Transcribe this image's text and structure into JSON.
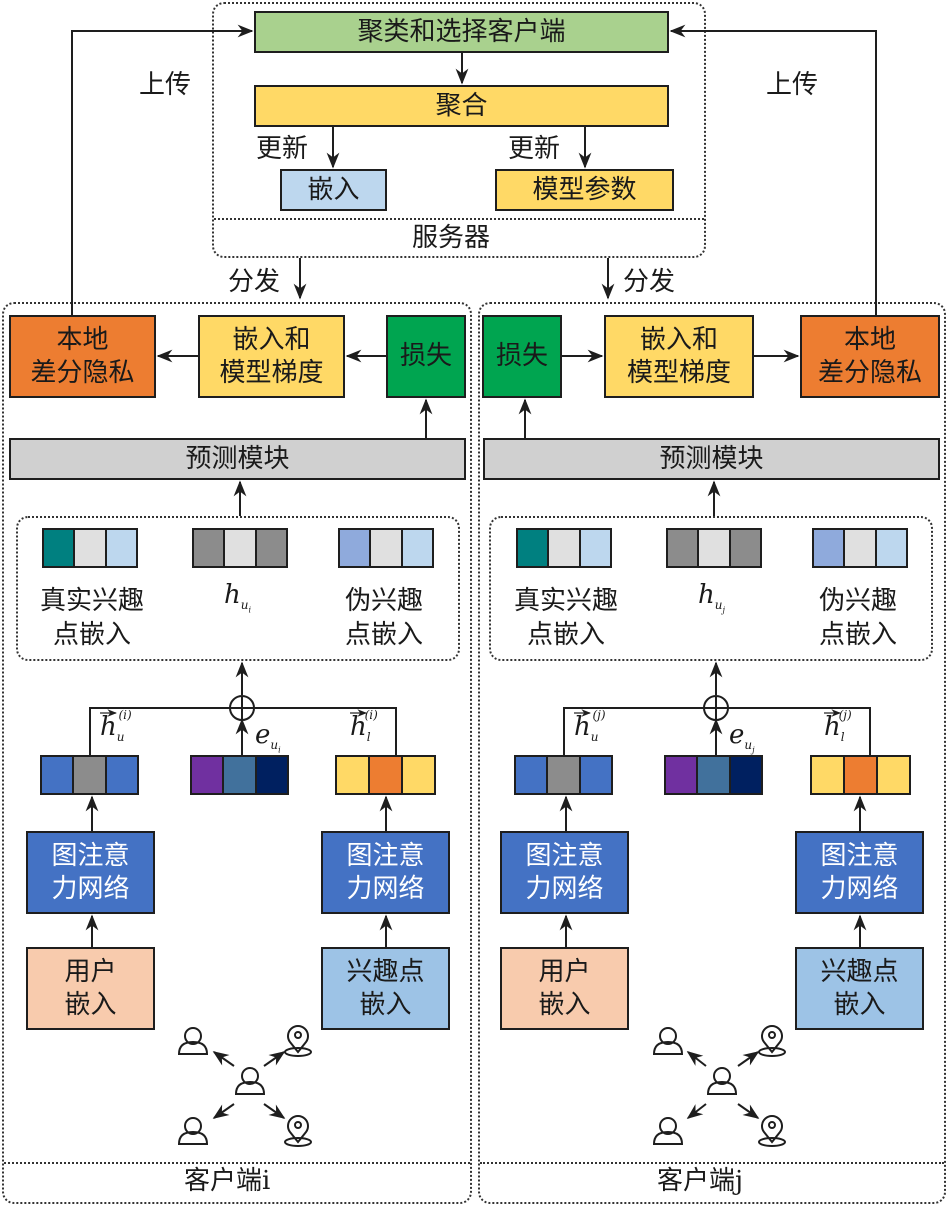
{
  "server": {
    "title": "服务器",
    "cluster_box": "聚类和选择客户端",
    "aggregate_box": "聚合",
    "update_label_left": "更新",
    "update_label_right": "更新",
    "embedding_box": "嵌入",
    "model_params_box": "模型参数"
  },
  "edges": {
    "upload_left": "上传",
    "upload_right": "上传",
    "distribute_left": "分发",
    "distribute_right": "分发"
  },
  "clients": [
    {
      "id": "i",
      "footer": "客户端i",
      "ldp_box": "本地\n差分隐私",
      "gradient_box": "嵌入和\n模型梯度",
      "loss_box": "损失",
      "predict_box": "预测模块",
      "real_poi_label": "真实兴趣\n点嵌入",
      "fake_poi_label": "伪兴趣\n点嵌入",
      "h_user_symbol": "h",
      "h_user_sub": "u",
      "h_user_subsub": "i",
      "hu_vec_sup": "(i)",
      "hl_vec_sup": "(i)",
      "e_symbol": "e",
      "e_sub": "u",
      "e_subsub": "i",
      "gat_left": "图注意\n力网络",
      "gat_right": "图注意\n力网络",
      "user_emb_box": "用户\n嵌入",
      "poi_emb_box": "兴趣点\n嵌入"
    },
    {
      "id": "j",
      "footer": "客户端j",
      "ldp_box": "本地\n差分隐私",
      "gradient_box": "嵌入和\n模型梯度",
      "loss_box": "损失",
      "predict_box": "预测模块",
      "real_poi_label": "真实兴趣\n点嵌入",
      "fake_poi_label": "伪兴趣\n点嵌入",
      "h_user_symbol": "h",
      "h_user_sub": "u",
      "h_user_subsub": "j",
      "hu_vec_sup": "(j)",
      "hl_vec_sup": "(j)",
      "e_symbol": "e",
      "e_sub": "u",
      "e_subsub": "j",
      "gat_left": "图注意\n力网络",
      "gat_right": "图注意\n力网络",
      "user_emb_box": "用户\n嵌入",
      "poi_emb_box": "兴趣点\n嵌入"
    }
  ],
  "math_labels": {
    "h_vec": "h",
    "u_sub": "u",
    "l_sub": "l"
  },
  "colors": {
    "cluster_green": "#a9d18e",
    "aggregate_yellow": "#ffd966",
    "embedding_blue": "#bdd7ee",
    "ldp_orange": "#ed7d31",
    "loss_green": "#00a550",
    "predict_gray": "#d0d0d0",
    "gat_blue": "#4472c4",
    "user_emb_peach": "#f8cbad",
    "poi_emb_blue": "#9dc3e6",
    "teal": "#008080",
    "light_gray": "#e0e0e0",
    "light_blue": "#bdd7ee",
    "mid_gray": "#8c8c8c",
    "periwinkle": "#8faadc",
    "purple": "#7030a0",
    "steel_blue": "#41719c",
    "navy": "#002060",
    "orange": "#ed7d31",
    "yellow": "#ffd966"
  },
  "vectors": {
    "real_poi": [
      "#008080",
      "#e0e0e0",
      "#bdd7ee"
    ],
    "h_user": [
      "#8c8c8c",
      "#e0e0e0",
      "#8c8c8c"
    ],
    "fake_poi": [
      "#8faadc",
      "#e0e0e0",
      "#bdd7ee"
    ],
    "hu": [
      "#4472c4",
      "#8c8c8c",
      "#4472c4"
    ],
    "e_user": [
      "#7030a0",
      "#41719c",
      "#002060"
    ],
    "hl": [
      "#ffd966",
      "#ed7d31",
      "#ffd966"
    ]
  }
}
